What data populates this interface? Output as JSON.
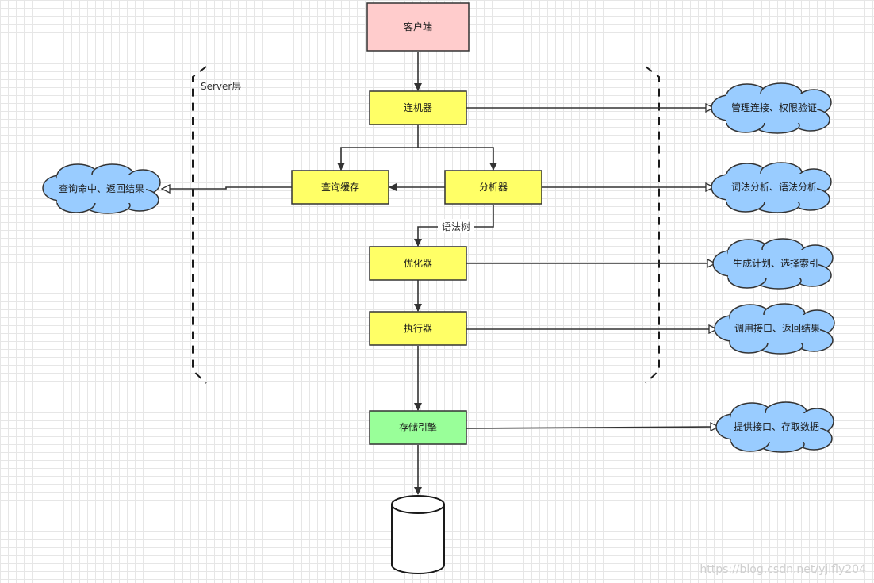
{
  "nodes": {
    "client": "客户端",
    "connector": "连机器",
    "query_cache": "查询缓存",
    "analyzer": "分析器",
    "optimizer": "优化器",
    "executor": "执行器",
    "storage_engine": "存储引擎"
  },
  "server_layer_label": "Server层",
  "edge_labels": {
    "syntax_tree": "语法树"
  },
  "clouds": {
    "cache_hit": "查询命中、返回结果",
    "connection_mgmt": "管理连接、权限验证",
    "lexical_syntax": "词法分析、语法分析",
    "plan_index": "生成计划、选择索引",
    "call_interface": "调用接口、返回结果",
    "storage_interface": "提供接口、存取数据"
  },
  "watermark": "https://blog.csdn.net/yjlfly204",
  "colors": {
    "client_fill": "#ffcccc",
    "server_node_fill": "#ffff66",
    "storage_fill": "#99ff99",
    "cloud_fill": "#99ccff",
    "line": "#333333"
  }
}
